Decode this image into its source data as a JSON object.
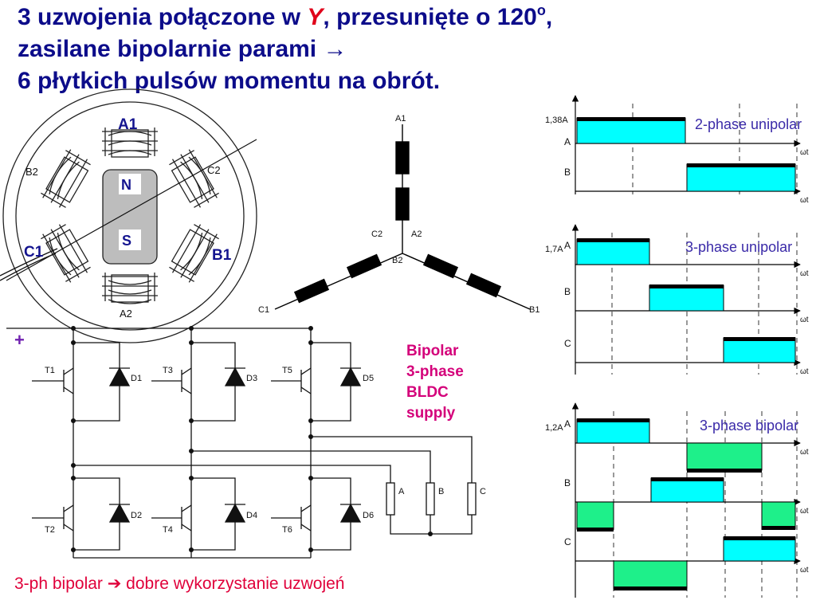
{
  "title": {
    "line1_a": "3 uzwojenia połączone w ",
    "line1_y": "Y",
    "line1_b": ",  przesunięte o 120",
    "line1_deg": "o",
    "line1_c": ",",
    "line2": "zasilane bipolarnie parami →",
    "line3": "6 płytkich pulsów momentu na obrót."
  },
  "motor": {
    "poles": {
      "a1": "A1",
      "a2": "A2",
      "b1": "B1",
      "b2": "B2",
      "c1": "C1",
      "c2": "C2"
    },
    "rotor_n": "N",
    "rotor_s": "S"
  },
  "star": {
    "a1": "A1",
    "c2": "C2",
    "a2": "A2",
    "b2": "B2",
    "c1": "C1",
    "b1": "B1"
  },
  "bridge": {
    "plus": "+",
    "transistors": [
      "T1",
      "T3",
      "T5",
      "T2",
      "T4",
      "T6"
    ],
    "diodes": [
      "D1",
      "D3",
      "D5",
      "D2",
      "D4",
      "D6"
    ],
    "loads": [
      "A",
      "B",
      "C"
    ],
    "caption": [
      "Bipolar",
      "3-phase",
      "BLDC",
      "supply"
    ]
  },
  "waveforms": {
    "colors": {
      "cyan": "#00ffff",
      "green": "#1ef08a",
      "black": "#000000"
    },
    "axis_label": "ωt",
    "panels": [
      {
        "title": "2-phase unipolar",
        "amplitude": "1,38A",
        "phases": [
          "A",
          "B"
        ]
      },
      {
        "title": "3-phase unipolar",
        "amplitude": "1,7A",
        "phases": [
          "A",
          "B",
          "C"
        ]
      },
      {
        "title": "3-phase  bipolar",
        "amplitude": "1,2A",
        "phases": [
          "A",
          "B",
          "C"
        ]
      }
    ]
  },
  "footer": "3-ph bipolar ➔  dobre wykorzystanie uzwojeń"
}
